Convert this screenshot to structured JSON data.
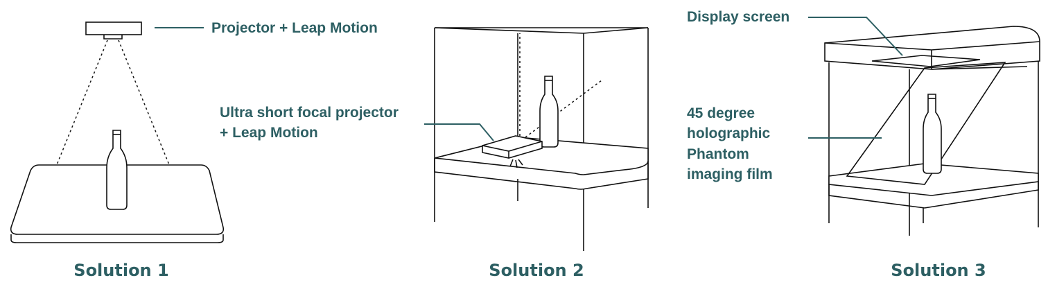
{
  "solution1": {
    "label": "Projector + Leap Motion",
    "caption": "Solution 1"
  },
  "solution2": {
    "label_line1": "Ultra short focal projector",
    "label_line2": "+ Leap Motion",
    "caption": "Solution 2"
  },
  "solution3": {
    "label_screen": "Display screen",
    "label_film_line1": "45 degree",
    "label_film_line2": "holographic",
    "label_film_line3": "Phantom",
    "label_film_line4": "imaging film",
    "caption": "Solution 3"
  },
  "colors": {
    "label_text": "#2d5f63",
    "line_art": "#111111"
  }
}
